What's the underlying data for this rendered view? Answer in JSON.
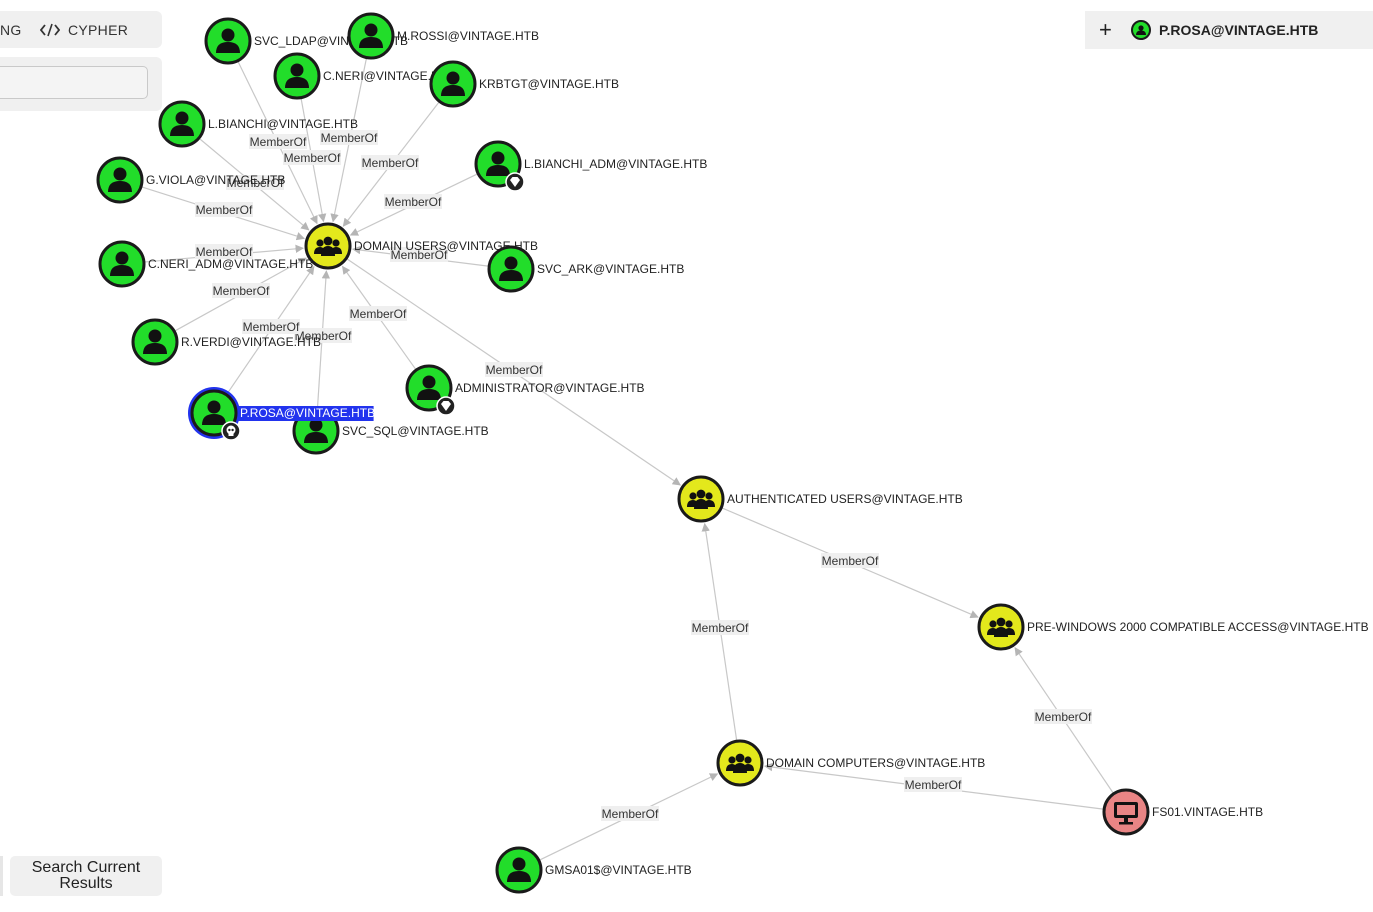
{
  "toolbar": {
    "pathfinding_partial": "NG",
    "cypher_label": "CYPHER"
  },
  "search": {
    "value": "",
    "placeholder": ""
  },
  "selected": {
    "add_symbol": "+",
    "name": "P.ROSA@VINTAGE.HTB"
  },
  "search_current_results": {
    "line1": "Search Current",
    "line2": "Results"
  },
  "node_colors": {
    "user": "#22dd2a",
    "group": "#e3e81c",
    "computer": "#e98585",
    "highlight": "#2233ee"
  },
  "graph": {
    "nodes": [
      {
        "id": "svc_ldap",
        "label": "SVC_LDAP@VINTAGE.HTB",
        "type": "user"
      },
      {
        "id": "m_rossi",
        "label": "M.ROSSI@VINTAGE.HTB",
        "type": "user"
      },
      {
        "id": "c_neri",
        "label": "C.NERI@VINTAGE.HTB",
        "type": "user"
      },
      {
        "id": "krbtgt",
        "label": "KRBTGT@VINTAGE.HTB",
        "type": "user"
      },
      {
        "id": "l_bianchi",
        "label": "L.BIANCHI@VINTAGE.HTB",
        "type": "user"
      },
      {
        "id": "l_bianchi_adm",
        "label": "L.BIANCHI_ADM@VINTAGE.HTB",
        "type": "user",
        "badge": "gem"
      },
      {
        "id": "g_viola",
        "label": "G.VIOLA@VINTAGE.HTB",
        "type": "user"
      },
      {
        "id": "domain_users",
        "label": "DOMAIN USERS@VINTAGE.HTB",
        "type": "group"
      },
      {
        "id": "c_neri_adm",
        "label": "C.NERI_ADM@VINTAGE.HTB",
        "type": "user"
      },
      {
        "id": "svc_ark",
        "label": "SVC_ARK@VINTAGE.HTB",
        "type": "user"
      },
      {
        "id": "r_verdi",
        "label": "R.VERDI@VINTAGE.HTB",
        "type": "user"
      },
      {
        "id": "administrator",
        "label": "ADMINISTRATOR@VINTAGE.HTB",
        "type": "user",
        "badge": "gem"
      },
      {
        "id": "svc_sql",
        "label": "SVC_SQL@VINTAGE.HTB",
        "type": "user"
      },
      {
        "id": "p_rosa",
        "label": "P.ROSA@VINTAGE.HTB",
        "type": "user",
        "badge": "skull",
        "selected": true
      },
      {
        "id": "auth_users",
        "label": "AUTHENTICATED USERS@VINTAGE.HTB",
        "type": "group"
      },
      {
        "id": "prewin2000",
        "label": "PRE-WINDOWS 2000 COMPATIBLE ACCESS@VINTAGE.HTB",
        "type": "group"
      },
      {
        "id": "domain_computers",
        "label": "DOMAIN COMPUTERS@VINTAGE.HTB",
        "type": "group"
      },
      {
        "id": "fs01",
        "label": "FS01.VINTAGE.HTB",
        "type": "computer"
      },
      {
        "id": "gmsa01",
        "label": "GMSA01$@VINTAGE.HTB",
        "type": "user"
      }
    ],
    "edges": [
      {
        "from": "svc_ldap",
        "to": "domain_users",
        "label": "MemberOf"
      },
      {
        "from": "m_rossi",
        "to": "domain_users",
        "label": "MemberOf"
      },
      {
        "from": "c_neri",
        "to": "domain_users",
        "label": "MemberOf"
      },
      {
        "from": "krbtgt",
        "to": "domain_users",
        "label": "MemberOf"
      },
      {
        "from": "l_bianchi",
        "to": "domain_users",
        "label": "MemberOf"
      },
      {
        "from": "l_bianchi_adm",
        "to": "domain_users",
        "label": "MemberOf"
      },
      {
        "from": "g_viola",
        "to": "domain_users",
        "label": "MemberOf"
      },
      {
        "from": "c_neri_adm",
        "to": "domain_users",
        "label": "MemberOf"
      },
      {
        "from": "svc_ark",
        "to": "domain_users",
        "label": "MemberOf"
      },
      {
        "from": "r_verdi",
        "to": "domain_users",
        "label": "MemberOf"
      },
      {
        "from": "administrator",
        "to": "domain_users",
        "label": "MemberOf"
      },
      {
        "from": "svc_sql",
        "to": "domain_users",
        "label": "MemberOf"
      },
      {
        "from": "p_rosa",
        "to": "domain_users",
        "label": "MemberOf"
      },
      {
        "from": "domain_users",
        "to": "auth_users",
        "label": "MemberOf"
      },
      {
        "from": "auth_users",
        "to": "prewin2000",
        "label": "MemberOf"
      },
      {
        "from": "domain_computers",
        "to": "auth_users",
        "label": "MemberOf"
      },
      {
        "from": "fs01",
        "to": "domain_computers",
        "label": "MemberOf"
      },
      {
        "from": "fs01",
        "to": "prewin2000",
        "label": "MemberOf"
      },
      {
        "from": "gmsa01",
        "to": "domain_computers",
        "label": "MemberOf"
      }
    ]
  }
}
